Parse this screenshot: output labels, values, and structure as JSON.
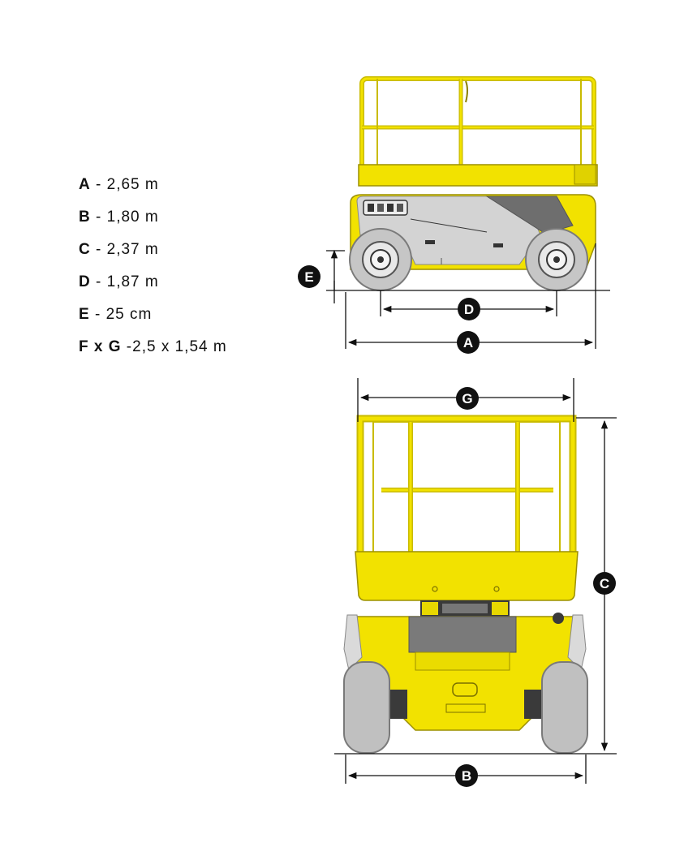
{
  "specs": [
    {
      "key": "A",
      "value": "- 2,65 m"
    },
    {
      "key": "B",
      "value": "- 1,80 m"
    },
    {
      "key": "C",
      "value": "- 2,37 m"
    },
    {
      "key": "D",
      "value": "- 1,87 m"
    },
    {
      "key": "E",
      "value": "- 25 cm"
    },
    {
      "key": "F x G",
      "value": "-2,5 x 1,54 m"
    }
  ],
  "markers": {
    "a": "A",
    "b": "B",
    "c": "C",
    "d": "D",
    "e": "E",
    "g": "G"
  },
  "colors": {
    "yellow": "#F2E200",
    "yellow_dark": "#C9BB00",
    "grey": "#CDCDCD",
    "dark_grey": "#6E6E6E",
    "tire": "#BEBEBE",
    "line": "#111111"
  }
}
